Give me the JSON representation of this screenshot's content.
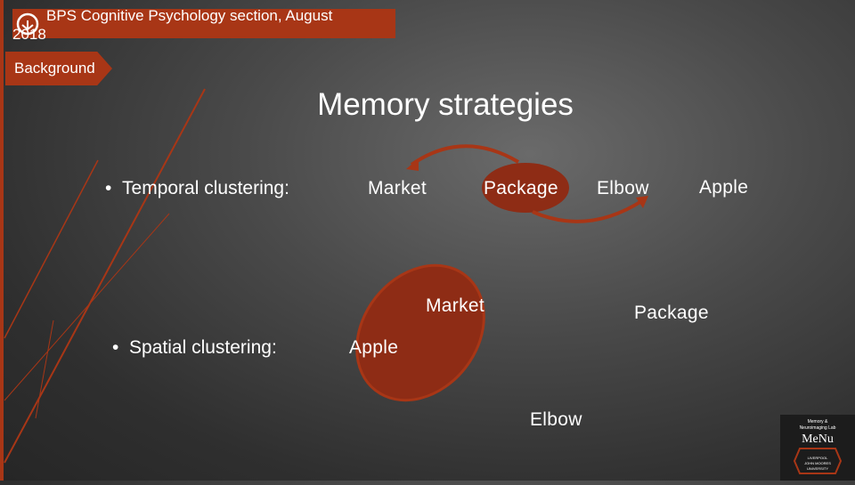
{
  "header": {
    "conference": "BPS Cognitive Psychology section, August 2018",
    "section_tag": "Background"
  },
  "slide": {
    "title": "Memory strategies"
  },
  "temporal": {
    "label": "Temporal clustering:",
    "words": [
      "Market",
      "Package",
      "Elbow",
      "Apple"
    ]
  },
  "spatial": {
    "label": "Spatial clustering:",
    "words": [
      "Market",
      "Package",
      "Apple",
      "Elbow"
    ]
  },
  "badge": {
    "line1": "Memory &",
    "line2": "Neuroimaging Lab",
    "brand": "MeNu",
    "institution": "LIVERPOOL JOHN MOORES UNIVERSITY"
  },
  "colors": {
    "accent": "#a83616",
    "highlight_fill": "#8e2c15",
    "background": "#3a3a3a"
  }
}
